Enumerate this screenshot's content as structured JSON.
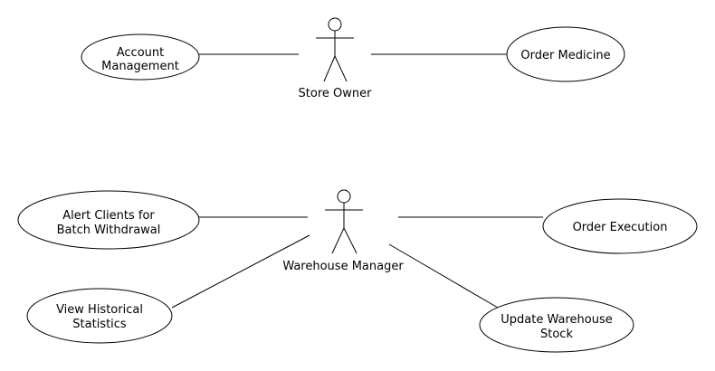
{
  "colors": {
    "line": "#000000",
    "background": "#ffffff",
    "shape_fill": "#ffffff"
  },
  "actors": [
    {
      "id": "store-owner",
      "label": "Store Owner"
    },
    {
      "id": "warehouse-manager",
      "label": "Warehouse Manager"
    }
  ],
  "use_cases": [
    {
      "id": "account-management",
      "lines": [
        "Account",
        "Management"
      ]
    },
    {
      "id": "order-medicine",
      "lines": [
        "Order Medicine"
      ]
    },
    {
      "id": "alert-clients",
      "lines": [
        "Alert Clients for",
        "Batch Withdrawal"
      ]
    },
    {
      "id": "view-historical-statistics",
      "lines": [
        "View Historical",
        "Statistics"
      ]
    },
    {
      "id": "order-execution",
      "lines": [
        "Order Execution"
      ]
    },
    {
      "id": "update-warehouse-stock",
      "lines": [
        "Update Warehouse",
        "Stock"
      ]
    }
  ],
  "associations": [
    {
      "actor": "store-owner",
      "use_case": "account-management"
    },
    {
      "actor": "store-owner",
      "use_case": "order-medicine"
    },
    {
      "actor": "warehouse-manager",
      "use_case": "alert-clients"
    },
    {
      "actor": "warehouse-manager",
      "use_case": "view-historical-statistics"
    },
    {
      "actor": "warehouse-manager",
      "use_case": "order-execution"
    },
    {
      "actor": "warehouse-manager",
      "use_case": "update-warehouse-stock"
    }
  ]
}
